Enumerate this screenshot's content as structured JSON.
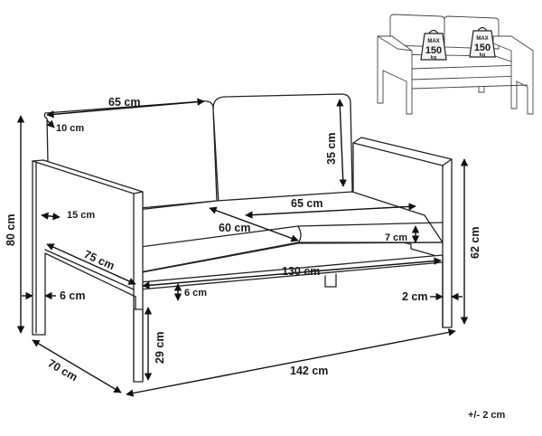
{
  "labels": {
    "back_width": "65 cm",
    "back_thickness": "10 cm",
    "back_height": "35 cm",
    "arm_width": "15 cm",
    "seat_width": "65 cm",
    "seat_depth": "60 cm",
    "seat_thickness": "7 cm",
    "depth_cushion": "75 cm",
    "inner_width": "130 cm",
    "frame_thickness": "6 cm",
    "leg_width": "6 cm",
    "leg_side": "2 cm",
    "total_height": "80 cm",
    "arm_height": "62 cm",
    "seat_height": "29 cm",
    "total_depth": "70 cm",
    "total_width": "142 cm",
    "tolerance": "+/- 2 cm"
  },
  "thumbnail": {
    "badge_left": {
      "line1": "MAX",
      "line2": "150",
      "line3": "kg"
    },
    "badge_right": {
      "line1": "MAX",
      "line2": "150",
      "line3": "kg"
    }
  }
}
